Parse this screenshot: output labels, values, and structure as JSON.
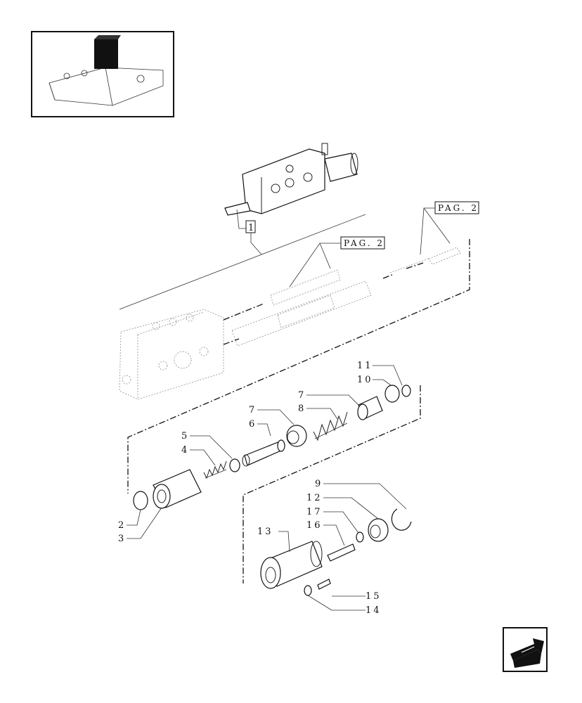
{
  "thumbnail": {
    "icon": "valve-cover-thumbnail-icon"
  },
  "labels": {
    "l1": "1",
    "l2": "2",
    "l3": "3",
    "l4": "4",
    "l5": "5",
    "l6": "6",
    "l7a": "7",
    "l7b": "7",
    "l8": "8",
    "l9": "9",
    "l10": "10",
    "l11": "11",
    "l12": "12",
    "l13": "13",
    "l14": "14",
    "l15": "15",
    "l16": "16",
    "l17": "17"
  },
  "refs": {
    "pag_a": "PAG. 2",
    "pag_b": "PAG. 2"
  },
  "nav": {
    "icon": "back-arrow-icon"
  }
}
